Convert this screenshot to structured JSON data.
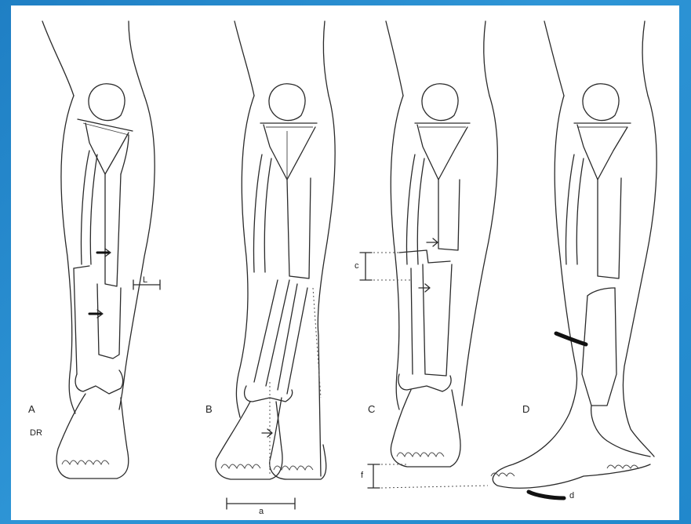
{
  "figure": {
    "panel_labels": [
      "A",
      "B",
      "C",
      "D"
    ],
    "annotations": {
      "a_side": "DR",
      "a_measure": "L",
      "b_measure": "a",
      "c_measure": "c",
      "c_vertical": "f",
      "d_arrow": "d"
    }
  },
  "colors": {
    "background_gradient": [
      "#1f7fc4",
      "#2e95d6"
    ],
    "frame": "#ffffff",
    "ink": "#2a2a2a"
  }
}
